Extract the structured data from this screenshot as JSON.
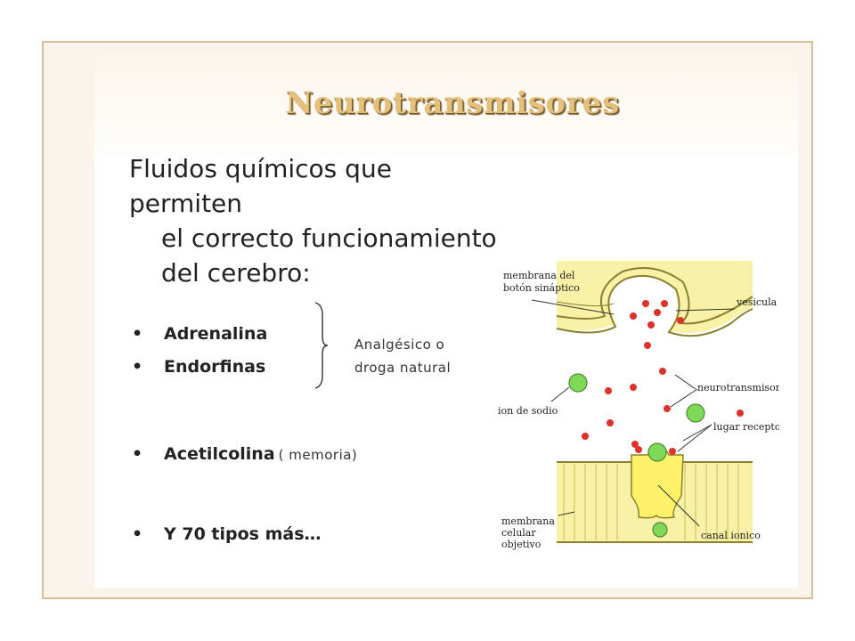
{
  "slide": {
    "title": "Neurotransmisores",
    "intro": {
      "line1": "Fluidos químicos que permiten",
      "line2": "el correcto funcionamiento",
      "line3": "del cerebro:"
    },
    "bullets": [
      {
        "text": "Adrenalina",
        "note": ""
      },
      {
        "text": "Endorfinas",
        "note": ""
      },
      {
        "text": "Acetilcolina",
        "note": "( memoria)"
      },
      {
        "text": "Y 70 tipos más…",
        "note": ""
      }
    ],
    "bracket_note": {
      "line1": "Analgésico o",
      "line2": "droga natural"
    }
  },
  "diagram": {
    "labels": {
      "membrana_boton_1": "membrana del",
      "membrana_boton_2": "botón sináptico",
      "vesicula": "vesicula",
      "neurotransmisor": "neurotransmisor",
      "ion_sodio": "ion de sodio",
      "lugar_receptor": "lugar receptor",
      "membrana_celular_1": "membrana",
      "membrana_celular_2": "celular",
      "membrana_celular_3": "objetivo",
      "canal_ionico": "canal ionico"
    },
    "colors": {
      "membrane_fill": "#f8f1a6",
      "membrane_stroke": "#8a8030",
      "neurotransmitter": "#e0302a",
      "sodium_ion": "#7ed957",
      "channel_fill": "#fff26a"
    }
  }
}
